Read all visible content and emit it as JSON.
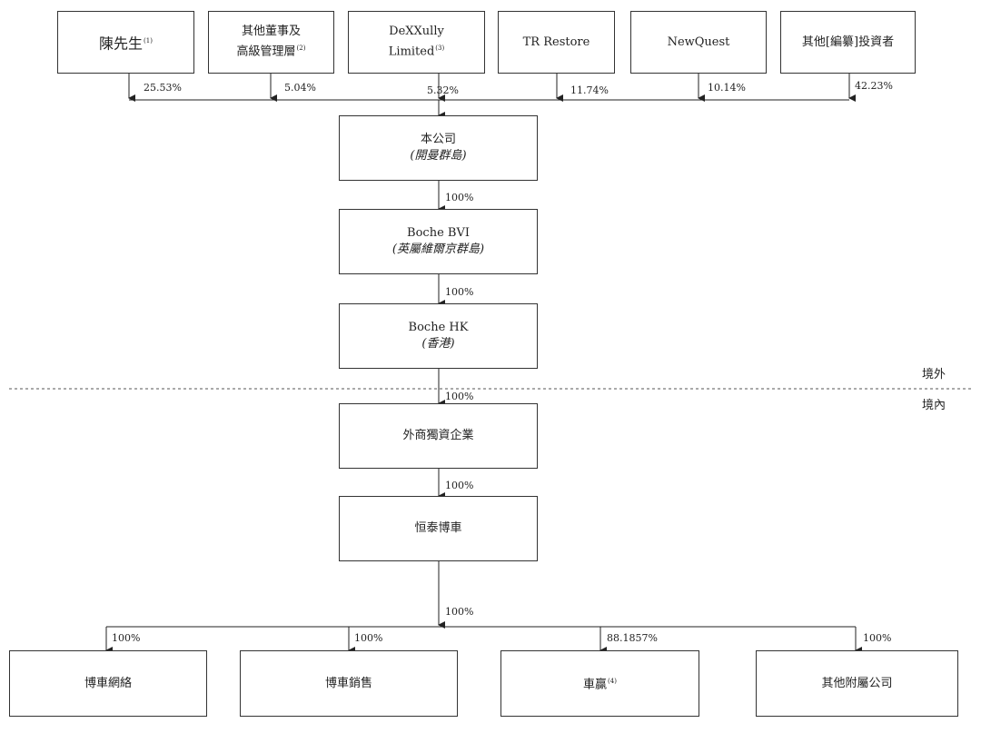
{
  "shareholders": [
    {
      "name": "陳先生",
      "note": "(1)",
      "pct": "25.53%"
    },
    {
      "line1": "其他董事及",
      "line2": "高級管理層",
      "note": "(2)",
      "pct": "5.04%"
    },
    {
      "line1": "DeXXully",
      "line2": "Limited",
      "note": "(3)",
      "pct": "5.32%"
    },
    {
      "name": "TR Restore",
      "pct": "11.74%"
    },
    {
      "name": "NewQuest",
      "pct": "10.14%"
    },
    {
      "name": "其他[編纂]投資者",
      "pct": "42.23%"
    }
  ],
  "chain": [
    {
      "name": "本公司",
      "jurisdiction": "(開曼群島)"
    },
    {
      "name": "Boche BVI",
      "jurisdiction": "(英屬維爾京群島)",
      "pct": "100%"
    },
    {
      "name": "Boche HK",
      "jurisdiction": "(香港)",
      "pct": "100%"
    },
    {
      "name": "外商獨資企業",
      "pct": "100%"
    },
    {
      "name": "恒泰博車",
      "pct": "100%"
    }
  ],
  "trunk_pct": "100%",
  "subsidiaries": [
    {
      "name": "博車網絡",
      "pct": "100%"
    },
    {
      "name": "博車銷售",
      "pct": "100%"
    },
    {
      "name": "車贏",
      "note": "(4)",
      "pct": "88.1857%"
    },
    {
      "name": "其他附屬公司",
      "pct": "100%"
    }
  ],
  "regions": {
    "offshore": "境外",
    "onshore": "境內"
  }
}
